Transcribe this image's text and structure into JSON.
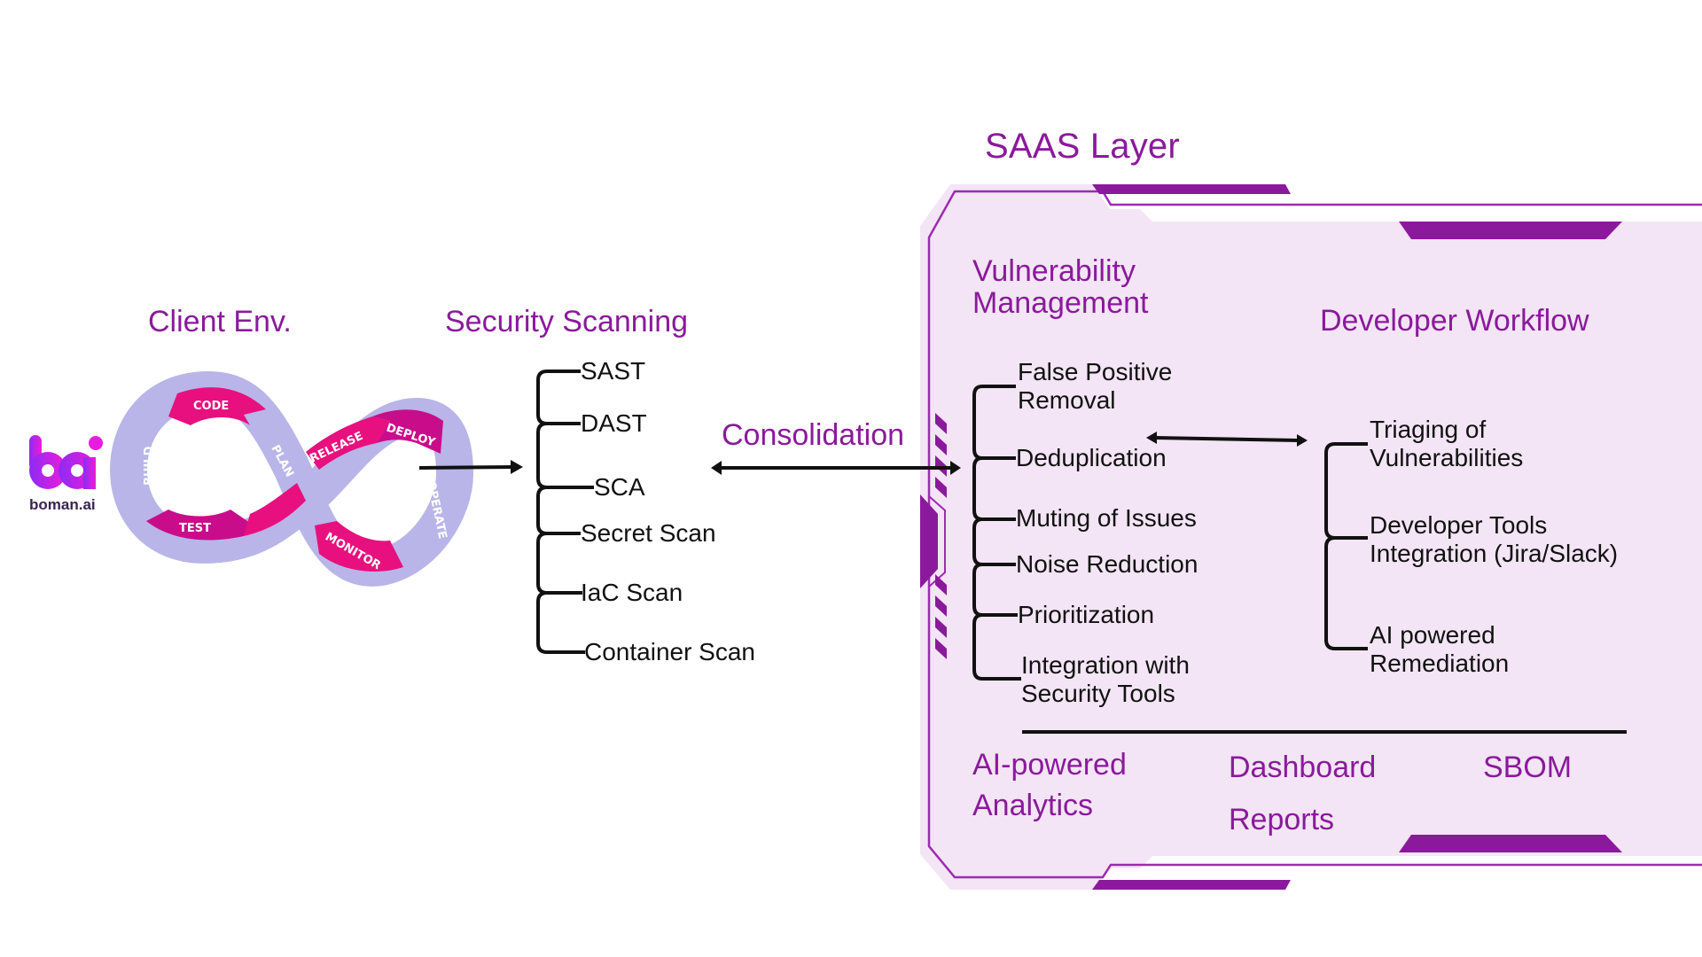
{
  "title": "SAAS Layer",
  "colors": {
    "accent_purple": "#8a1a9b",
    "panel_bg": "#f3e5f5",
    "infinity_lavender": "#b9b5e8",
    "infinity_pink": "#e8107e",
    "infinity_magenta": "#c90d8a",
    "text_dark": "#111111"
  },
  "logo": {
    "brand": "boman.ai",
    "icon": "boman-logo-icon"
  },
  "client_env": {
    "heading": "Client Env.",
    "devops_stages": [
      "CODE",
      "BUILD",
      "TEST",
      "PLAN",
      "RELEASE",
      "DEPLOY",
      "OPERATE",
      "MONITOR"
    ]
  },
  "security_scanning": {
    "heading": "Security Scanning",
    "items": [
      "SAST",
      "DAST",
      "SCA",
      "Secret Scan",
      "IaC Scan",
      "Container Scan"
    ]
  },
  "consolidation": {
    "label": "Consolidation"
  },
  "saas": {
    "vulnerability_management": {
      "heading_line1": "Vulnerability",
      "heading_line2": "Management",
      "items": [
        "False Positive\nRemoval",
        "Deduplication",
        "Muting of Issues",
        "Noise Reduction",
        "Prioritization",
        "Integration with\nSecurity Tools"
      ]
    },
    "developer_workflow": {
      "heading": "Developer Workflow",
      "items": [
        "Triaging of\nVulnerabilities",
        "Developer Tools\nIntegration (Jira/Slack)",
        "AI powered\nRemediation"
      ]
    },
    "bottom": {
      "analytics": "AI-powered\nAnalytics",
      "dashboard": "Dashboard",
      "reports": "Reports",
      "sbom": "SBOM"
    }
  }
}
